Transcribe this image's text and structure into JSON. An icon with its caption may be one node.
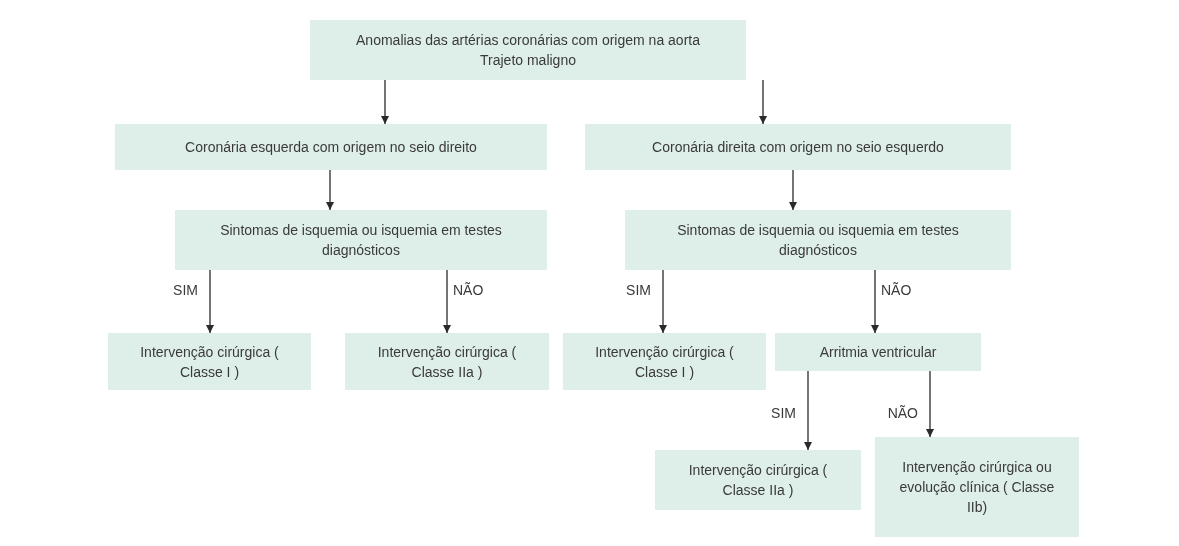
{
  "diagram": {
    "nodes": [
      {
        "text": [
          "Anomalias das artérias coronárias com origem na aorta",
          "Trajeto maligno"
        ]
      },
      {
        "text": [
          "Coronária esquerda com origem no seio direito"
        ]
      },
      {
        "text": [
          "Coronária direita com origem no seio esquerdo"
        ]
      },
      {
        "text": [
          "Sintomas de isquemia ou isquemia em testes diagnósticos"
        ]
      },
      {
        "text": [
          "Sintomas de isquemia ou isquemia em testes diagnósticos"
        ]
      },
      {
        "text": [
          "Intervenção cirúrgica ( Classe I )"
        ]
      },
      {
        "text": [
          "Intervenção cirúrgica ( Classe IIa )"
        ]
      },
      {
        "text": [
          "Intervenção cirúrgica ( Classe I )"
        ]
      },
      {
        "text": [
          "Arritmia ventricular"
        ]
      },
      {
        "text": [
          "Intervenção cirúrgica ( Classe IIa )"
        ]
      },
      {
        "text": [
          "Intervenção cirúrgica ou evolução clínica ( Classe IIb)"
        ]
      }
    ],
    "edges": [
      {
        "from": 0,
        "to": 1,
        "arrow": "to"
      },
      {
        "from": 0,
        "to": 2,
        "arrow": "to"
      },
      {
        "from": 1,
        "to": 3,
        "arrow": "to"
      },
      {
        "from": 2,
        "to": 4,
        "arrow": "to"
      },
      {
        "from": 3,
        "to": 5,
        "arrow": "to",
        "label": "SIM"
      },
      {
        "from": 3,
        "to": 6,
        "arrow": "to",
        "label": "NÃO"
      },
      {
        "from": 4,
        "to": 7,
        "arrow": "to",
        "label": "SIM"
      },
      {
        "from": 4,
        "to": 8,
        "arrow": "to",
        "label": "NÃO"
      },
      {
        "from": 8,
        "to": 9,
        "arrow": "to",
        "label": "SIM"
      },
      {
        "from": 8,
        "to": 10,
        "arrow": "to",
        "label": "NÃO"
      }
    ]
  }
}
